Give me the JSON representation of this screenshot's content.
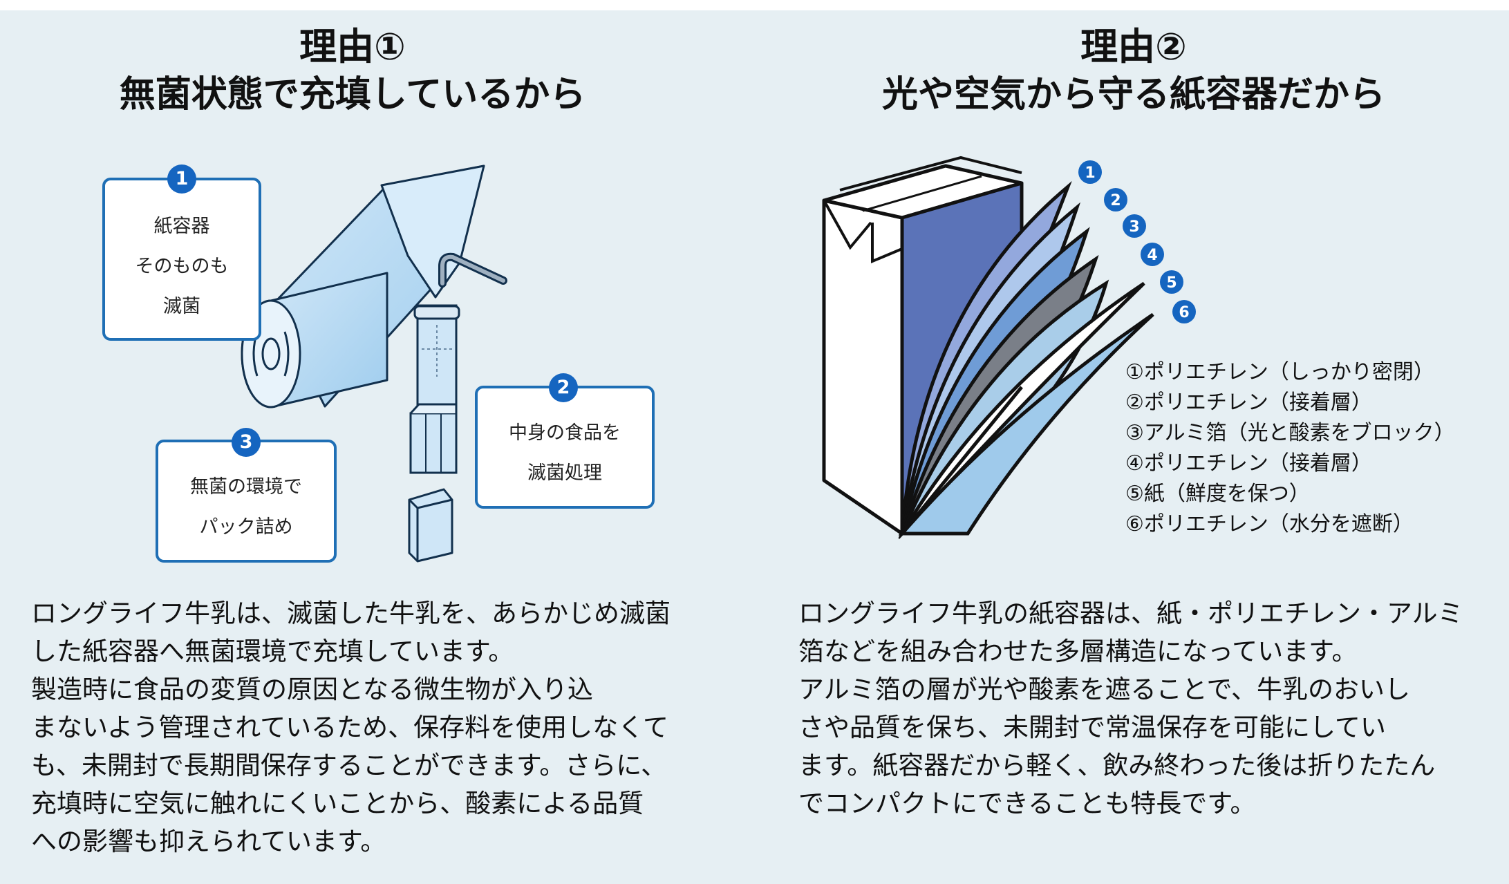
{
  "left": {
    "title_line1": "理由①",
    "title_line2": "無菌状態で充填しているから",
    "callouts": [
      {
        "num": "1",
        "lines": [
          "紙容器",
          "そのものも",
          "滅菌"
        ]
      },
      {
        "num": "2",
        "lines": [
          "中身の食品を",
          "滅菌処理"
        ]
      },
      {
        "num": "3",
        "lines": [
          "無菌の環境で",
          "パック詰め"
        ]
      }
    ],
    "body": [
      "ロングライフ牛乳は、滅菌した牛乳を、あらかじめ滅菌",
      "した紙容器へ無菌環境で充填しています。",
      "製造時に食品の変質の原因となる微生物が入り込",
      "まないよう管理されているため、保存料を使用しなくて",
      "も、未開封で長期間保存することができます。さらに、",
      "充填時に空気に触れにくいことから、酸素による品質",
      "への影響も抑えられています。"
    ]
  },
  "right": {
    "title_line1": "理由②",
    "title_line2": "光や空気から守る紙容器だから",
    "layer_numbers": [
      "1",
      "2",
      "3",
      "4",
      "5",
      "6"
    ],
    "layers": [
      "①ポリエチレン（しっかり密閉）",
      "②ポリエチレン（接着層）",
      "③アルミ箔（光と酸素をブロック）",
      "④ポリエチレン（接着層）",
      "⑤紙（鮮度を保つ）",
      "⑥ポリエチレン（水分を遮断）"
    ],
    "body": [
      "ロングライフ牛乳の紙容器は、紙・ポリエチレン・アルミ",
      "箔などを組み合わせた多層構造になっています。",
      "アルミ箔の層が光や酸素を遮ることで、牛乳のおいし",
      "さや品質を保ち、未開封で常温保存を可能にしてい",
      "ます。紙容器だから軽く、飲み終わった後は折りたたん",
      "でコンパクトにできることも特長です。"
    ]
  },
  "colors": {
    "background": "#e6eff3",
    "accent_blue": "#1565c0",
    "callout_border": "#1f6fb5"
  }
}
